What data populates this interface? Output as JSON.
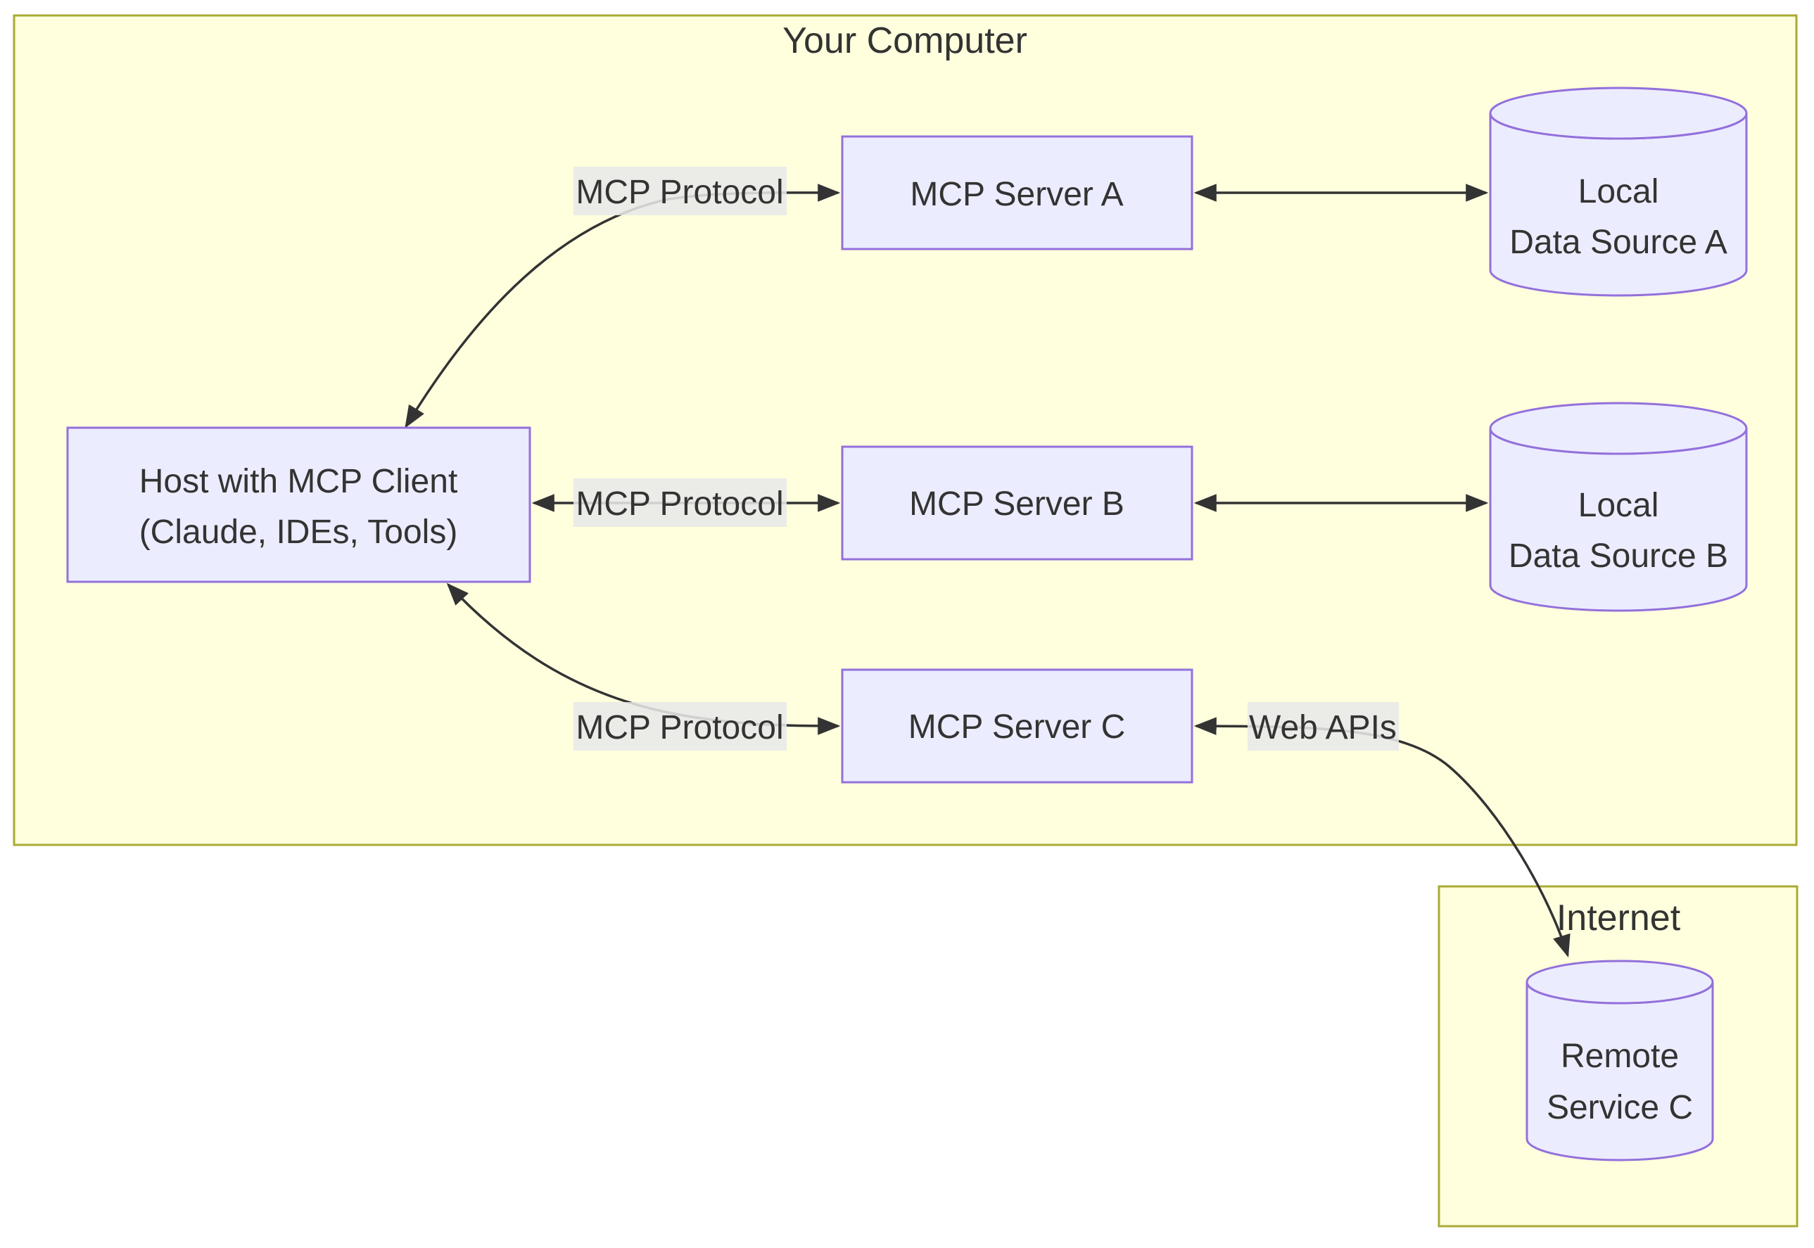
{
  "diagram": {
    "clusters": {
      "your_computer": {
        "title": "Your Computer"
      },
      "internet": {
        "title": "Internet"
      }
    },
    "nodes": {
      "host": {
        "line1": "Host with MCP Client",
        "line2": "(Claude, IDEs, Tools)"
      },
      "server_a": {
        "label": "MCP Server A"
      },
      "server_b": {
        "label": "MCP Server B"
      },
      "server_c": {
        "label": "MCP Server C"
      },
      "data_source_a": {
        "line1": "Local",
        "line2": "Data Source A"
      },
      "data_source_b": {
        "line1": "Local",
        "line2": "Data Source B"
      },
      "remote_service_c": {
        "line1": "Remote",
        "line2": "Service C"
      }
    },
    "edge_labels": {
      "mcp_protocol_a": "MCP Protocol",
      "mcp_protocol_b": "MCP Protocol",
      "mcp_protocol_c": "MCP Protocol",
      "web_apis": "Web APIs"
    },
    "colors": {
      "canvas": "#ffffff",
      "cluster_fill": "#ffffde",
      "cluster_border": "#aaaa33",
      "node_fill": "#ececff",
      "node_border": "#9370db",
      "edge": "#333333",
      "label_bg": "#e8e8e8",
      "text": "#333333"
    }
  }
}
